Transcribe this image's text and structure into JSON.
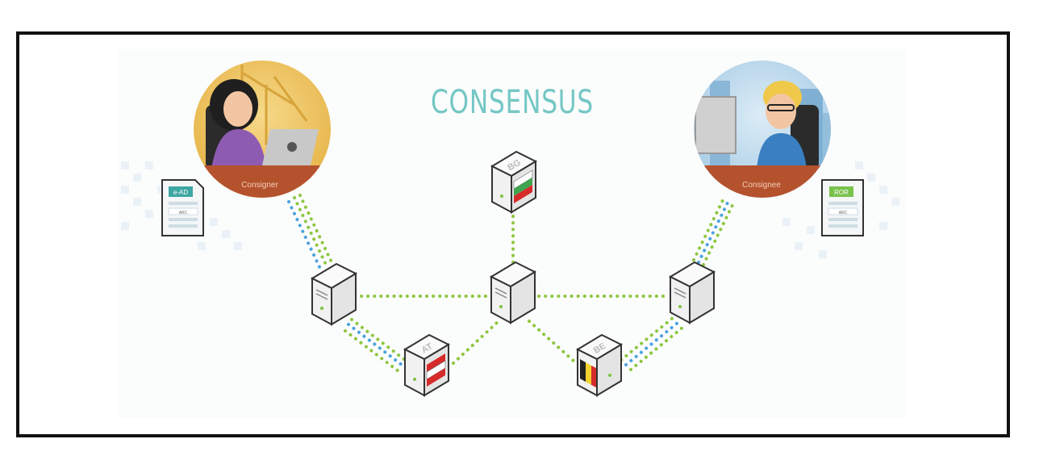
{
  "diagram": {
    "title": "CONSENSUS",
    "consigner_label": "Consigner",
    "consignee_label": "Consignee",
    "doc_left_tag": "e-AD",
    "doc_left_line": "ARC",
    "doc_right_tag": "ROR",
    "doc_right_line": "ARC",
    "node_bg_label": "BG",
    "node_at_label": "AT",
    "node_be_label": "BE"
  },
  "colors": {
    "title": "#74c7c4",
    "link_green": "#8dc63f",
    "link_blue": "#4aa3df",
    "frame": "#111111"
  }
}
